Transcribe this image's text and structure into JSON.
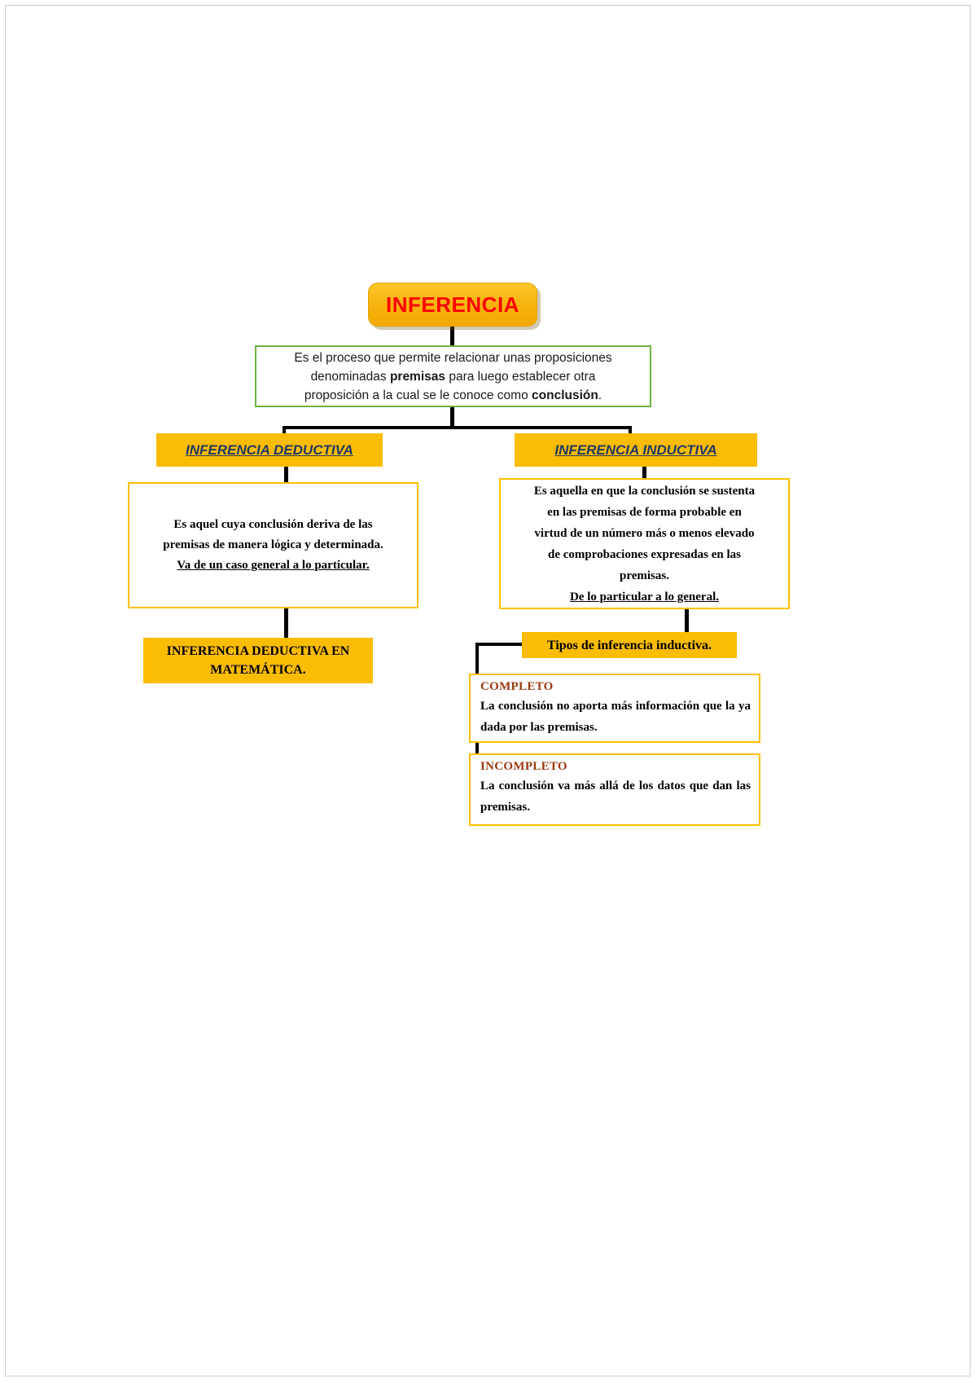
{
  "diagram": {
    "title": "INFERENCIA",
    "root": {
      "label": "INFERENCIA"
    },
    "definition": {
      "line1_a": "Es el proceso que permite relacionar unas proposiciones",
      "line2_a": "denominadas ",
      "line2_b": "premisas",
      "line2_c": " para luego establecer otra",
      "line3_a": "proposición a la cual se le conoce como ",
      "line3_b": "conclusión",
      "line3_c": "."
    },
    "branches": {
      "deductiva": {
        "header": "INFERENCIA DEDUCTIVA",
        "desc_line1": "Es aquel cuya conclusión deriva de las",
        "desc_line2": "premisas de manera lógica y determinada.",
        "desc_line3_underlined": "Va de un caso general a lo particular.",
        "result_line1": "INFERENCIA DEDUCTIVA EN",
        "result_line2": "MATEMÁTICA."
      },
      "inductiva": {
        "header": "INFERENCIA INDUCTIVA",
        "desc_line1": "Es aquella en que la conclusión se sustenta",
        "desc_line2": "en las premisas de forma probable en",
        "desc_line3": "virtud de un número más o menos elevado",
        "desc_line4": "de comprobaciones expresadas en las",
        "desc_line5": "premisas.",
        "desc_line6_underlined": "De lo particular a lo general.",
        "tipos_label": "Tipos de inferencia inductiva.",
        "tipos": [
          {
            "name": "COMPLETO",
            "text": "La conclusión no aporta más información que la ya dada por las premisas."
          },
          {
            "name": "INCOMPLETO",
            "text": "La conclusión va más allá de los datos que dan las premisas."
          }
        ]
      }
    },
    "colors": {
      "node_yellow": "#fbbc04",
      "outline_yellow": "#ffc000",
      "green_border": "#6db33f",
      "root_text_red": "#ff0000",
      "header_text_navy": "#1f3864",
      "type_heading_brown": "#9c3a12",
      "connector_black": "#000000"
    }
  }
}
